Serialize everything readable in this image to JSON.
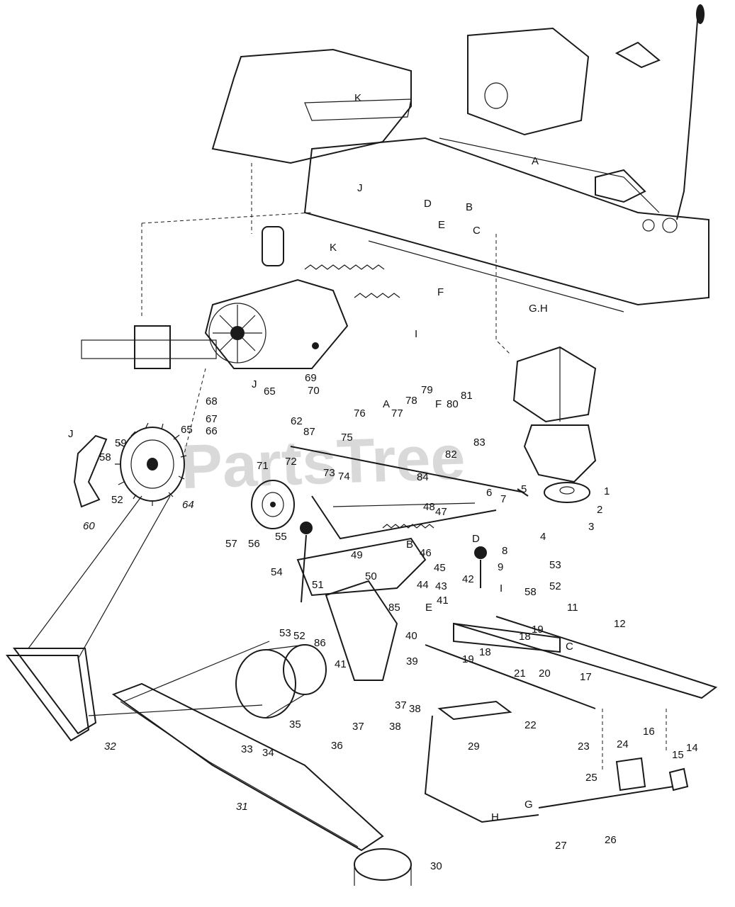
{
  "watermark": "PartsTree",
  "colors": {
    "ink": "#1a1a1a",
    "watermark": "#d9d9d9",
    "paper": "#ffffff"
  },
  "callouts": [
    {
      "id": "c1",
      "text": "1"
    },
    {
      "id": "c2",
      "text": "2"
    },
    {
      "id": "c3",
      "text": "3"
    },
    {
      "id": "c4",
      "text": "4"
    },
    {
      "id": "c5",
      "text": "5"
    },
    {
      "id": "c6",
      "text": "6"
    },
    {
      "id": "c7",
      "text": "7"
    },
    {
      "id": "c8",
      "text": "8"
    },
    {
      "id": "c9",
      "text": "9"
    },
    {
      "id": "c11",
      "text": "11"
    },
    {
      "id": "c12",
      "text": "12"
    },
    {
      "id": "c14",
      "text": "14"
    },
    {
      "id": "c15",
      "text": "15"
    },
    {
      "id": "c16",
      "text": "16"
    },
    {
      "id": "c17",
      "text": "17"
    },
    {
      "id": "c18a",
      "text": "18"
    },
    {
      "id": "c18b",
      "text": "18"
    },
    {
      "id": "c19a",
      "text": "19"
    },
    {
      "id": "c19b",
      "text": "19"
    },
    {
      "id": "c20",
      "text": "20"
    },
    {
      "id": "c21",
      "text": "21"
    },
    {
      "id": "c22",
      "text": "22"
    },
    {
      "id": "c23",
      "text": "23"
    },
    {
      "id": "c24",
      "text": "24"
    },
    {
      "id": "c25",
      "text": "25"
    },
    {
      "id": "c26",
      "text": "26"
    },
    {
      "id": "c27",
      "text": "27"
    },
    {
      "id": "c29",
      "text": "29"
    },
    {
      "id": "c30",
      "text": "30"
    },
    {
      "id": "c31",
      "text": "31"
    },
    {
      "id": "c32",
      "text": "32"
    },
    {
      "id": "c33",
      "text": "33"
    },
    {
      "id": "c34",
      "text": "34"
    },
    {
      "id": "c35",
      "text": "35"
    },
    {
      "id": "c36",
      "text": "36"
    },
    {
      "id": "c37a",
      "text": "37"
    },
    {
      "id": "c37b",
      "text": "37"
    },
    {
      "id": "c38a",
      "text": "38"
    },
    {
      "id": "c38b",
      "text": "38"
    },
    {
      "id": "c39",
      "text": "39"
    },
    {
      "id": "c40",
      "text": "40"
    },
    {
      "id": "c41a",
      "text": "41"
    },
    {
      "id": "c41b",
      "text": "41"
    },
    {
      "id": "c42",
      "text": "42"
    },
    {
      "id": "c43",
      "text": "43"
    },
    {
      "id": "c44",
      "text": "44"
    },
    {
      "id": "c45",
      "text": "45"
    },
    {
      "id": "c46",
      "text": "46"
    },
    {
      "id": "c47",
      "text": "47"
    },
    {
      "id": "c48",
      "text": "48"
    },
    {
      "id": "c49",
      "text": "49"
    },
    {
      "id": "c50",
      "text": "50"
    },
    {
      "id": "c51",
      "text": "51"
    },
    {
      "id": "c52a",
      "text": "52"
    },
    {
      "id": "c52b",
      "text": "52"
    },
    {
      "id": "c52c",
      "text": "52"
    },
    {
      "id": "c53a",
      "text": "53"
    },
    {
      "id": "c53b",
      "text": "53"
    },
    {
      "id": "c54",
      "text": "54"
    },
    {
      "id": "c55",
      "text": "55"
    },
    {
      "id": "c56",
      "text": "56"
    },
    {
      "id": "c57",
      "text": "57"
    },
    {
      "id": "c58a",
      "text": "58"
    },
    {
      "id": "c58b",
      "text": "58"
    },
    {
      "id": "c59",
      "text": "59"
    },
    {
      "id": "c60",
      "text": "60"
    },
    {
      "id": "c62",
      "text": "62"
    },
    {
      "id": "c64",
      "text": "64"
    },
    {
      "id": "c65a",
      "text": "65"
    },
    {
      "id": "c65b",
      "text": "65"
    },
    {
      "id": "c66",
      "text": "66"
    },
    {
      "id": "c67",
      "text": "67"
    },
    {
      "id": "c68",
      "text": "68"
    },
    {
      "id": "c69",
      "text": "69"
    },
    {
      "id": "c70",
      "text": "70"
    },
    {
      "id": "c71",
      "text": "71"
    },
    {
      "id": "c72",
      "text": "72"
    },
    {
      "id": "c73",
      "text": "73"
    },
    {
      "id": "c74",
      "text": "74"
    },
    {
      "id": "c75",
      "text": "75"
    },
    {
      "id": "c76",
      "text": "76"
    },
    {
      "id": "c77",
      "text": "77"
    },
    {
      "id": "c78",
      "text": "78"
    },
    {
      "id": "c79",
      "text": "79"
    },
    {
      "id": "c80",
      "text": "80"
    },
    {
      "id": "c81",
      "text": "81"
    },
    {
      "id": "c82",
      "text": "82"
    },
    {
      "id": "c83",
      "text": "83"
    },
    {
      "id": "c84",
      "text": "84"
    },
    {
      "id": "c85",
      "text": "85"
    },
    {
      "id": "c86",
      "text": "86"
    },
    {
      "id": "c87",
      "text": "87"
    }
  ],
  "letters": [
    {
      "id": "lA1",
      "text": "A"
    },
    {
      "id": "lA2",
      "text": "A"
    },
    {
      "id": "lB1",
      "text": "B"
    },
    {
      "id": "lB2",
      "text": "B"
    },
    {
      "id": "lC1",
      "text": "C"
    },
    {
      "id": "lC2",
      "text": "C"
    },
    {
      "id": "lD1",
      "text": "D"
    },
    {
      "id": "lD2",
      "text": "D"
    },
    {
      "id": "lE1",
      "text": "E"
    },
    {
      "id": "lE2",
      "text": "E"
    },
    {
      "id": "lF1",
      "text": "F"
    },
    {
      "id": "lF2",
      "text": "F"
    },
    {
      "id": "lGH",
      "text": "G.H"
    },
    {
      "id": "lG",
      "text": "G"
    },
    {
      "id": "lH",
      "text": "H"
    },
    {
      "id": "lI1",
      "text": "I"
    },
    {
      "id": "lI2",
      "text": "I"
    },
    {
      "id": "lJ1",
      "text": "J"
    },
    {
      "id": "lJ2",
      "text": "J"
    },
    {
      "id": "lJ3",
      "text": "J"
    },
    {
      "id": "lK1",
      "text": "K"
    },
    {
      "id": "lK2",
      "text": "K"
    }
  ]
}
